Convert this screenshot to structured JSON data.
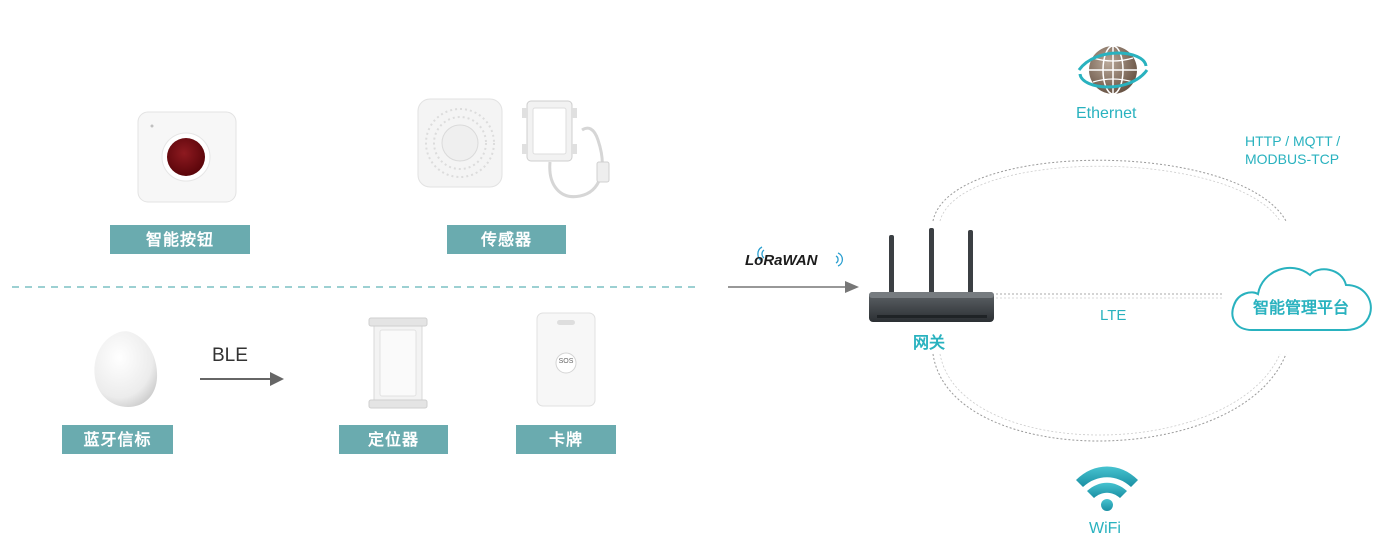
{
  "left": {
    "smart_button_label": "智能按钮",
    "sensor_label": "传感器",
    "beacon_label": "蓝牙信标",
    "ble_label": "BLE",
    "locator_label": "定位器",
    "card_label": "卡牌",
    "sos_text": "SOS"
  },
  "center": {
    "lorawan_logo": "LoRaWAN",
    "gateway_label": "网关"
  },
  "right": {
    "ethernet_label": "Ethernet",
    "protocols_line1": "HTTP / MQTT /",
    "protocols_line2": "MODBUS-TCP",
    "lte_label": "LTE",
    "wifi_label": "WiFi",
    "platform_label": "智能管理平台"
  },
  "colors": {
    "label_bg": "#6aabaf",
    "teal": "#29b2bf",
    "dash_line": "#7cc0c3",
    "arrow": "#666666",
    "button_red": "#7a0b12"
  }
}
